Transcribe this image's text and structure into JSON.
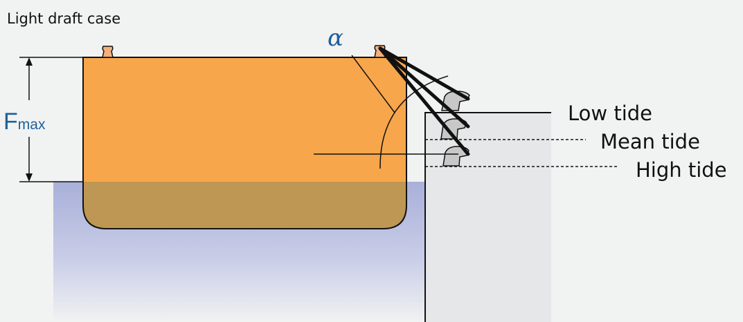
{
  "diagram": {
    "title": "Light draft case",
    "fmax_symbol": "F",
    "fmax_subscript": "max",
    "alpha_symbol": "α",
    "tide_labels": {
      "low": "Low tide",
      "mean": "Mean tide",
      "high": "High tide"
    },
    "colors": {
      "background": "#f1f2f2",
      "hull": "#f7a64b",
      "hull_submerged": "#bd9753",
      "water_top": "#a9b0d9",
      "quay": "#e6e7e8",
      "accent_text": "#1e5f99",
      "line": "#111111"
    }
  }
}
